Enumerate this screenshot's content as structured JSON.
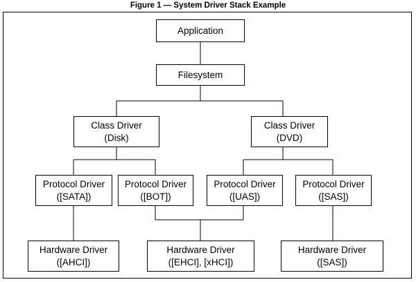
{
  "figure": {
    "caption": "Figure 1 — System Driver Stack Example"
  },
  "nodes": {
    "application": {
      "line1": "Application"
    },
    "filesystem": {
      "line1": "Filesystem"
    },
    "class_disk": {
      "line1": "Class Driver",
      "line2": "(Disk)"
    },
    "class_dvd": {
      "line1": "Class Driver",
      "line2": "(DVD)"
    },
    "protocol_sata": {
      "line1": "Protocol Driver",
      "line2": "([SATA])"
    },
    "protocol_bot": {
      "line1": "Protocol Driver",
      "line2": "([BOT])"
    },
    "protocol_uas": {
      "line1": "Protocol Driver",
      "line2": "([UAS])"
    },
    "protocol_sas": {
      "line1": "Protocol Driver",
      "line2": "([SAS])"
    },
    "hardware_ahci": {
      "line1": "Hardware Driver",
      "line2": "([AHCI])"
    },
    "hardware_ehci_xhci": {
      "line1": "Hardware Driver",
      "line2": "([EHCI], [xHCI])"
    },
    "hardware_sas": {
      "line1": "Hardware Driver",
      "line2": "([SAS])"
    }
  }
}
